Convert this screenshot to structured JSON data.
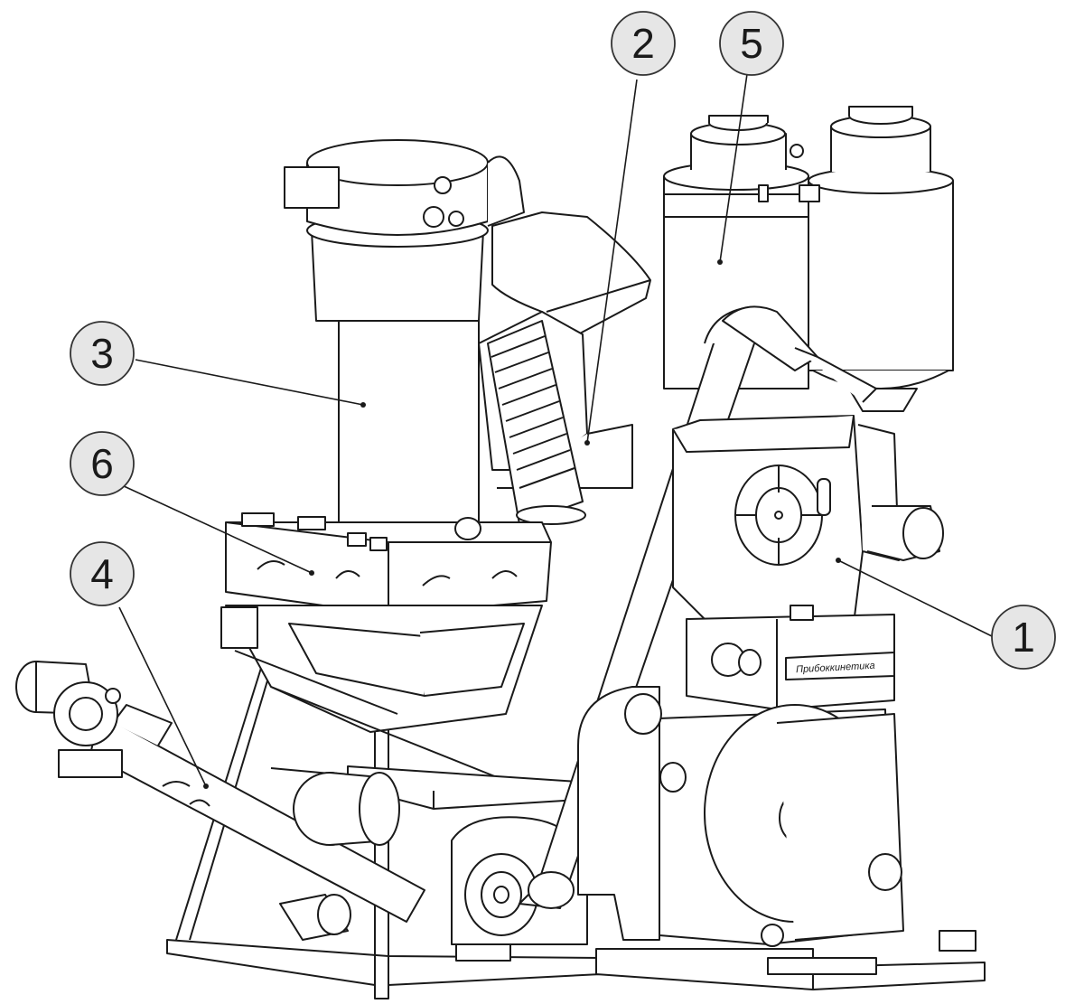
{
  "callouts": [
    {
      "id": "1",
      "label": "1"
    },
    {
      "id": "2",
      "label": "2"
    },
    {
      "id": "3",
      "label": "3"
    },
    {
      "id": "4",
      "label": "4"
    },
    {
      "id": "5",
      "label": "5"
    },
    {
      "id": "6",
      "label": "6"
    }
  ],
  "machine": {
    "brand_plate_text": "Прибоккинетика"
  },
  "colors": {
    "line": "#1a1a1a",
    "fill": "#ffffff",
    "callout_fill": "#e6e6e6",
    "callout_stroke": "#333333",
    "shade": "#cfcfcf"
  }
}
